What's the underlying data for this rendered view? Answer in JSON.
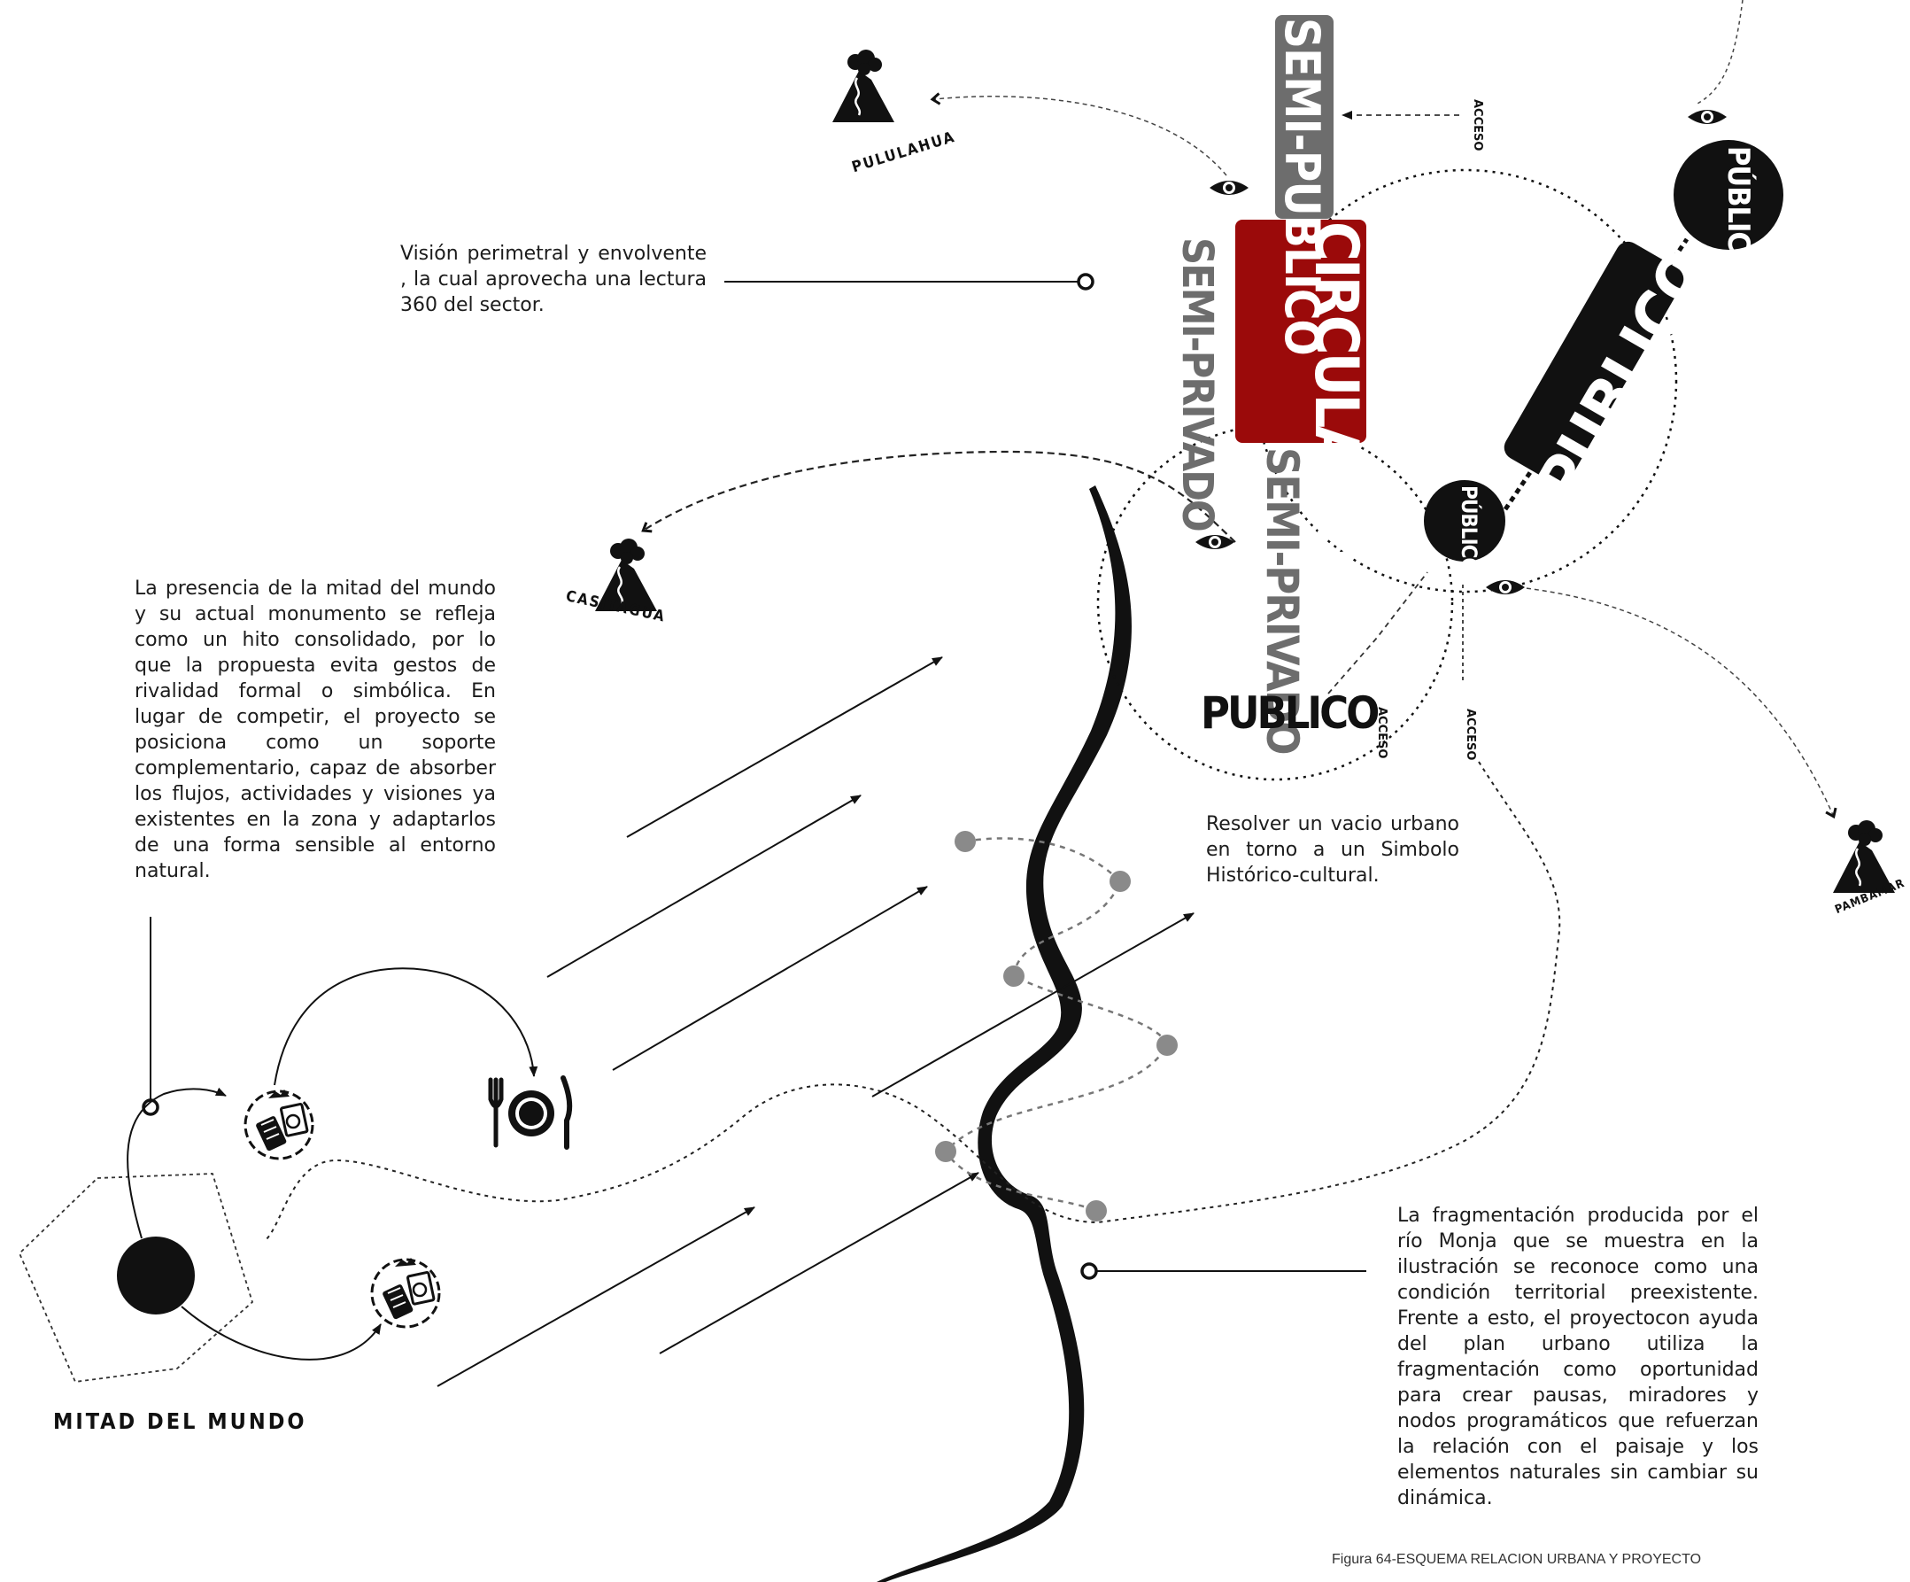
{
  "colors": {
    "accent_red": "#9b0a0a",
    "ink": "#111111",
    "grey": "#6d6d6d",
    "node_grey": "#8a8a8a"
  },
  "texts": {
    "vision": "Visión perimetral y envolvente , la cual aprovecha una lectura 360 del sector.",
    "mitad": "La presencia de la mitad del mundo y su actual monumento se refleja como un hito consolidado, por lo que la propuesta evita gestos de rivalidad formal o simbólica. En lugar de competir, el proyecto se posiciona como un soporte complementario, capaz de absorber los flujos, actividades y visiones ya existentes en la zona y adaptarlos de una forma sensible al entorno natural.",
    "resolver": "Resolver un vacio urbano en torno a un Simbolo Histórico-cultural.",
    "fragmentacion": "La fragmentación producida por el río Monja que se muestra en la ilustración se reconoce como una condición territorial preexistente. Frente a esto, el proyectocon ayuda del plan urbano utiliza la fragmentación como oportunidad para crear pausas, miradores y nodos programáticos que refuerzan la relación con el paisaje y los elementos naturales sin cambiar su dinámica."
  },
  "caption": "Figura 64-ESQUEMA RELACION URBANA Y PROYECTO",
  "places": {
    "pululahua": "PULULAHUA",
    "casitagua": "CASITAGUA",
    "pambamar": "PAMBAMAR",
    "mitad_del_mundo": "MITAD DEL MUNDO"
  },
  "zones": {
    "semi_publico": "SEMI-PUBLICO",
    "circulacion": "CIRCULACIÓN",
    "semi_privado_left": "SEMI-PRIVADO",
    "semi_privado_mid": "SEMI-PRIVADO",
    "publico_big": "PUBLICO",
    "publico_circle_top": "PÚBLICO",
    "publico_circle_small": "PÚBLICO",
    "publico_block": "PUBLICO"
  },
  "access_labels": {
    "a1": "ACCESO",
    "a2": "ACCESO",
    "a3": "ACCESO"
  },
  "icons": [
    "eye-icon",
    "volcano-icon",
    "plate-cutlery-icon",
    "tourism-icon",
    "viewpoint-node"
  ]
}
